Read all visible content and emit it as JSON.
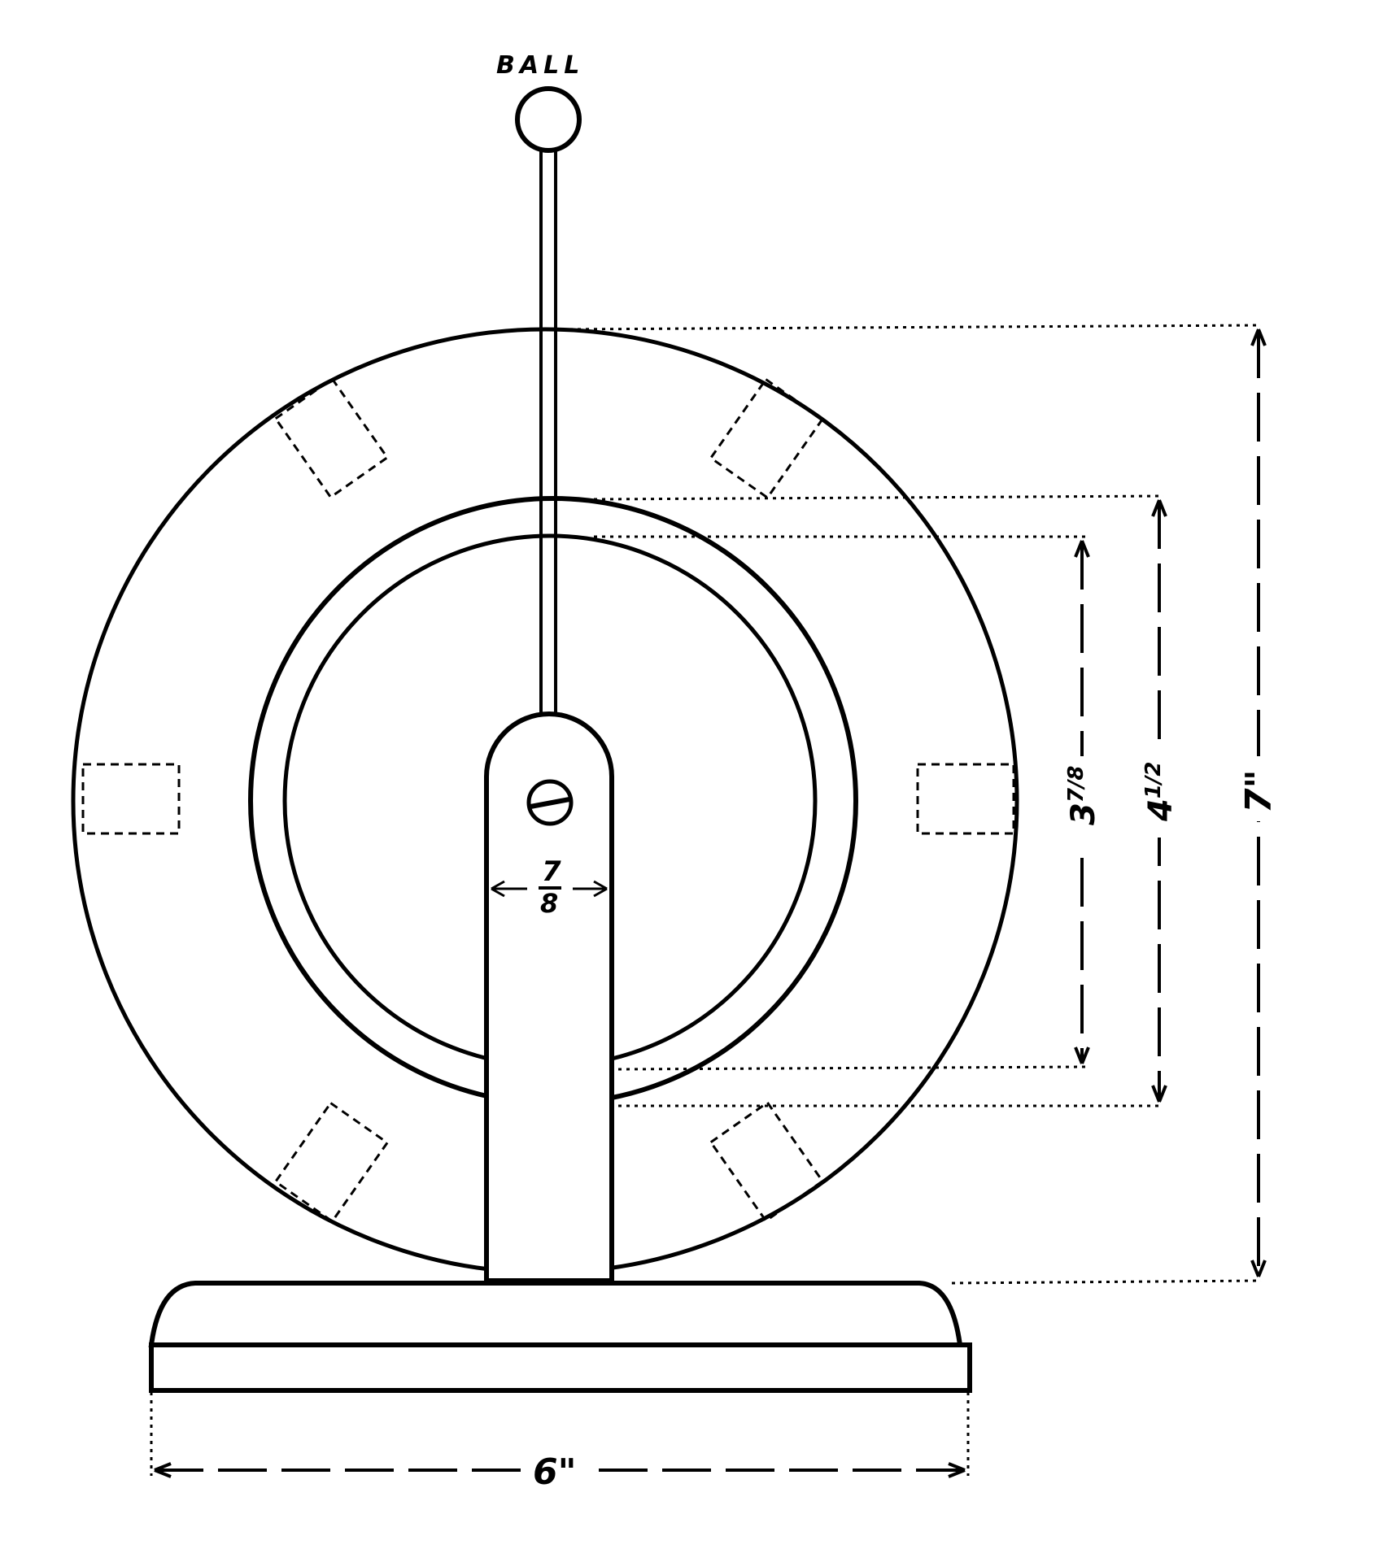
{
  "diagram": {
    "type": "technical-drawing",
    "subject": "electrophorus / disc apparatus on stand with ball terminal",
    "labels": {
      "ball": "BALL",
      "stem_width": "7/8\"",
      "stem_width_num": "7",
      "stem_width_den": "8",
      "inner_diameter": "3 7/8\"",
      "inner_diameter_whole": "3",
      "inner_diameter_frac": "7/8",
      "middle_diameter": "4 1/2\"",
      "middle_diameter_whole": "4",
      "middle_diameter_frac": "1/2",
      "outer_diameter": "7\"",
      "base_width": "6\""
    },
    "components": [
      "ball",
      "rod",
      "outer-disc",
      "middle-ring",
      "inner-disc",
      "support-post",
      "screw",
      "base",
      "hidden-slots"
    ],
    "colors": {
      "line": "#000000",
      "background": "#ffffff"
    }
  }
}
